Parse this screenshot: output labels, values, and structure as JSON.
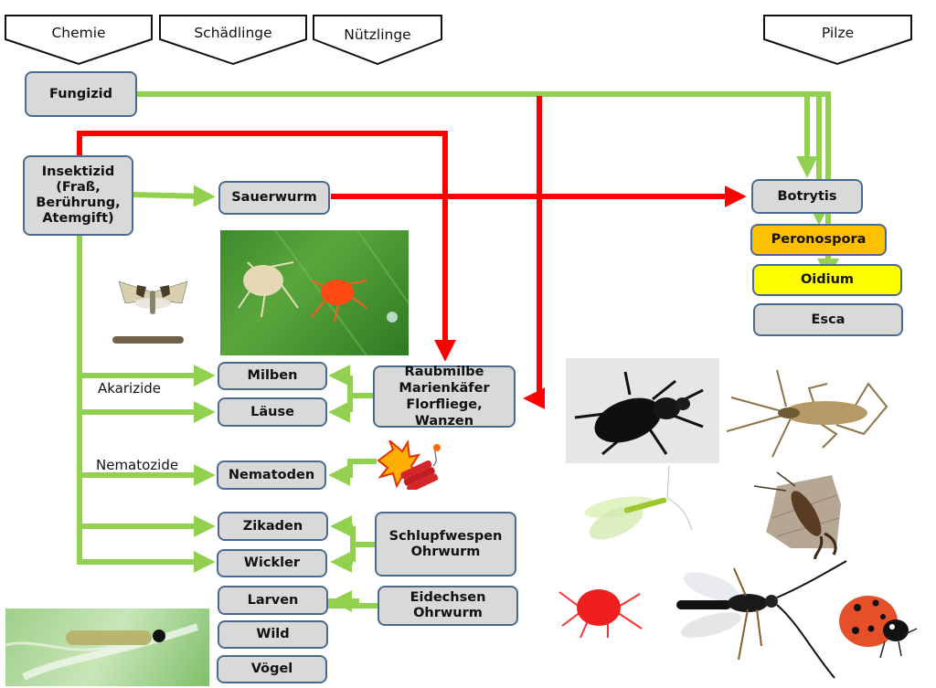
{
  "headers": {
    "chemie": "Chemie",
    "schaedlinge": "Schädlinge",
    "nuetzlinge": "Nützlinge",
    "pilze": "Pilze"
  },
  "chemie": {
    "fungizid": "Fungizid",
    "insektizid": "Insektizid (Fraß, Berührung, Atemgift)",
    "akarizide": "Akarizide",
    "nematozide": "Nematozide"
  },
  "schaedlinge": {
    "sauerwurm": "Sauerwurm",
    "milben": "Milben",
    "laeuse": "Läuse",
    "nematoden": "Nematoden",
    "zikaden": "Zikaden",
    "wickler": "Wickler",
    "larven": "Larven",
    "wild": "Wild",
    "voegel": "Vögel"
  },
  "nuetzlinge": {
    "raubmilbe_group": "Raubmilbe Marienkäfer Florfliege, Wanzen",
    "schlupfwespen_group": "Schlupfwespen Ohrwurm",
    "eidechsen_group": "Eidechsen Ohrwurm"
  },
  "pilze": {
    "botrytis": "Botrytis",
    "peronospora": "Peronospora",
    "oidium": "Oidium",
    "esca": "Esca"
  },
  "colors": {
    "green_arrow": "#92d050",
    "red_arrow": "#ff0000",
    "box_fill": "#d9d9d9",
    "box_border": "#4a6b8f",
    "peronospora_fill": "#ffc000",
    "oidium_fill": "#ffff00"
  },
  "images": {
    "moth": "moth-and-caterpillar-photo",
    "mites": "spider-mites-on-leaf-photo",
    "dynamite": "dynamite-clipart",
    "caterpillar": "caterpillar-on-leaf-photo",
    "beneficials": [
      "ground-beetle",
      "assassin-bug",
      "lacewing",
      "earwig",
      "red-mite",
      "ichneumon-wasp",
      "ladybug"
    ]
  }
}
